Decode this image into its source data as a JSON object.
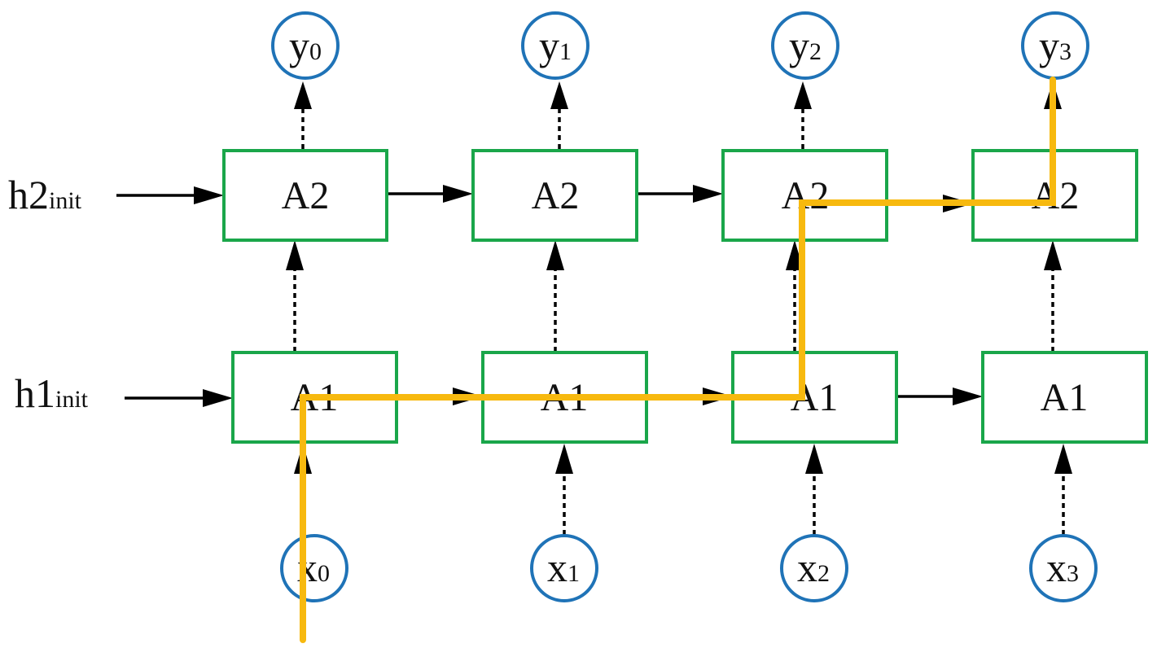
{
  "init_states": [
    {
      "main": "h2",
      "sub": "init"
    },
    {
      "main": "h1",
      "sub": "init"
    }
  ],
  "layers": [
    {
      "cells": [
        "A2",
        "A2",
        "A2",
        "A2"
      ]
    },
    {
      "cells": [
        "A1",
        "A1",
        "A1",
        "A1"
      ]
    }
  ],
  "outputs": [
    {
      "main": "y",
      "sub": "0"
    },
    {
      "main": "y",
      "sub": "1"
    },
    {
      "main": "y",
      "sub": "2"
    },
    {
      "main": "y",
      "sub": "3"
    }
  ],
  "inputs": [
    {
      "main": "x",
      "sub": "0"
    },
    {
      "main": "x",
      "sub": "1"
    },
    {
      "main": "x",
      "sub": "2"
    },
    {
      "main": "x",
      "sub": "3"
    }
  ],
  "colors": {
    "cell_border": "#1aa64a",
    "node_border": "#1f73b7",
    "highlight_path": "#f7b90f",
    "edges": "#000000"
  },
  "highlight_path_route": "x0 → A1 → A1 → A1 → A2 → A2 → y3"
}
